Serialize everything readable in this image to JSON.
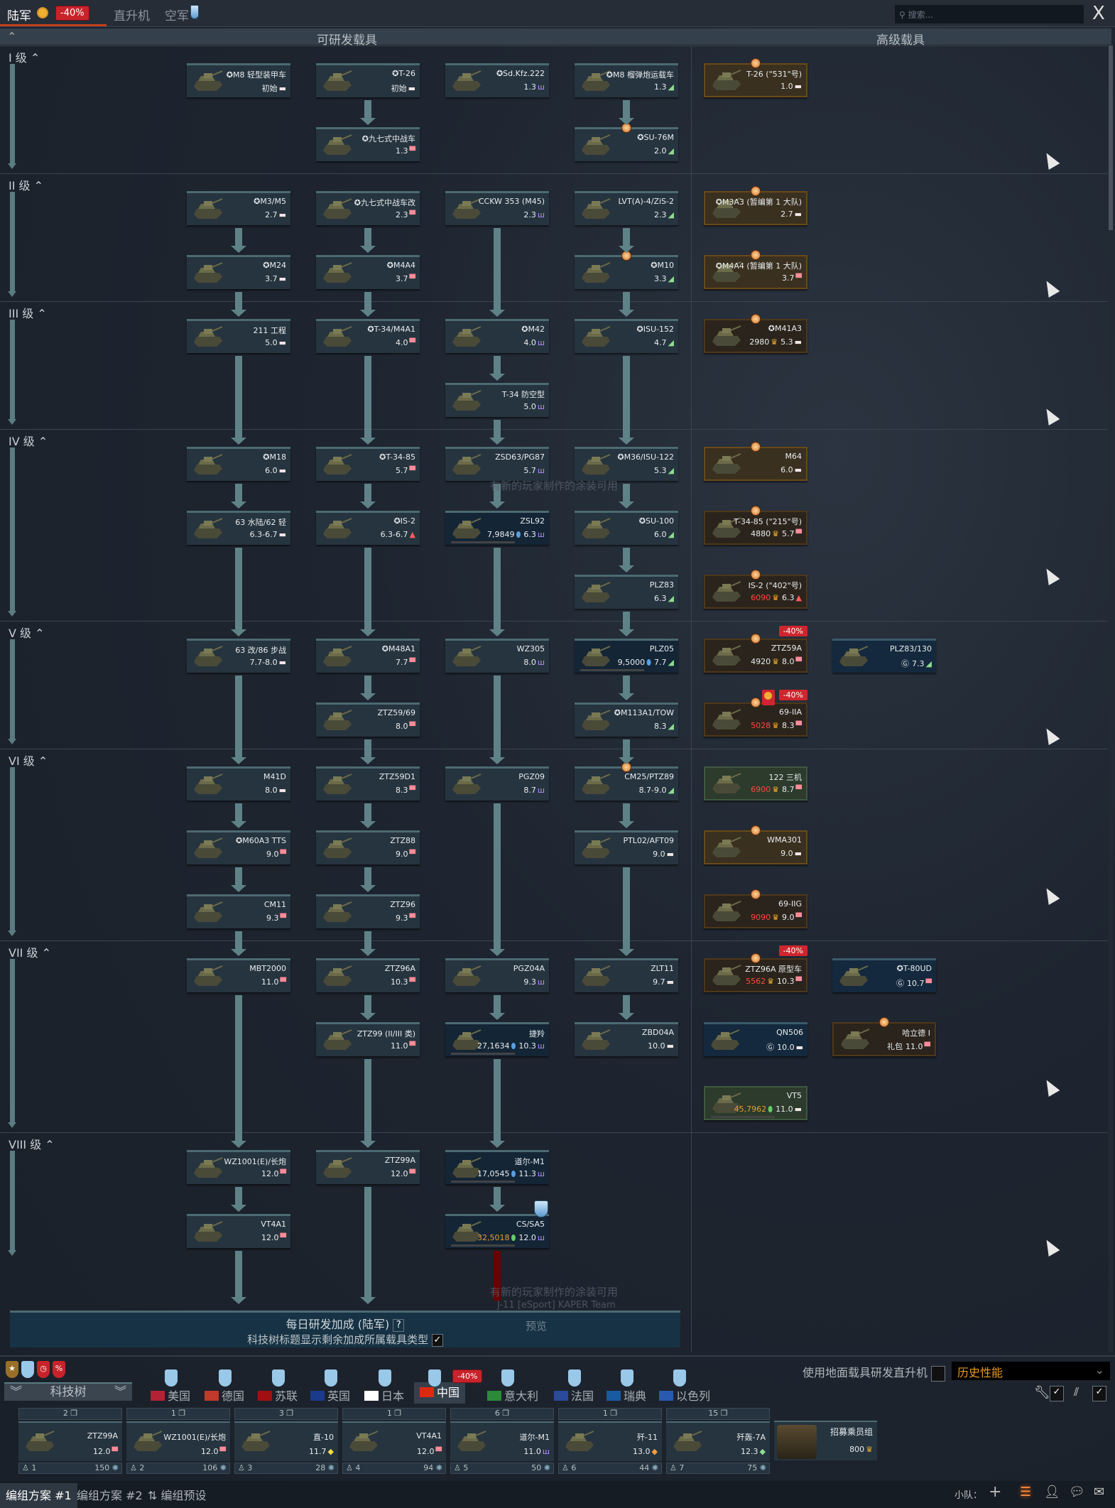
{
  "topbar": {
    "tabs": [
      {
        "label": "陆军",
        "active": true
      },
      {
        "label": "直升机"
      },
      {
        "label": "空军"
      }
    ],
    "army_discount": "-40%",
    "search_placeholder": "搜索...",
    "close": "X"
  },
  "header": {
    "researchable": "可研发载具",
    "premium": "高级载具"
  },
  "tiers": [
    {
      "label": "I 级",
      "rows": [
        [
          {
            "n": "M8 轻型装甲车",
            "br": "初始",
            "t": "light",
            "star": true
          },
          {
            "n": "T-26",
            "br": "初始",
            "t": "light",
            "star": true,
            "arrow": true
          },
          {
            "n": "Sd.Kfz.222",
            "br": "1.3",
            "t": "spaa",
            "star": true
          },
          {
            "n": "M8 榴弹炮运载车",
            "br": "1.3",
            "t": "td",
            "star": true,
            "arrow": true
          },
          {
            "n": "T-26 (\"531\"号)",
            "br": "1.0",
            "t": "light",
            "kind": "prem",
            "medal": true
          },
          null
        ],
        [
          null,
          {
            "n": "九七式中战车",
            "br": "1.3",
            "t": "medium",
            "star": true
          },
          null,
          {
            "n": "SU-76M",
            "br": "2.0",
            "t": "td",
            "star": true,
            "medal": true
          },
          null,
          null
        ]
      ]
    },
    {
      "label": "II 级",
      "rows": [
        [
          {
            "n": "M3/M5",
            "br": "2.7",
            "t": "light",
            "star": true,
            "arrow": true
          },
          {
            "n": "九七式中战车改",
            "br": "2.3",
            "t": "medium",
            "star": true,
            "arrow": true
          },
          {
            "n": "CCKW 353 (M45)",
            "br": "2.3",
            "t": "spaa",
            "arrow": true
          },
          {
            "n": "LVT(A)-4/ZiS-2",
            "br": "2.3",
            "t": "td",
            "arrow": true
          },
          {
            "n": "M3A3 (暂编第 1 大队)",
            "br": "2.7",
            "t": "light",
            "kind": "prem",
            "medal": true,
            "star": true
          },
          null
        ],
        [
          {
            "n": "M24",
            "br": "3.7",
            "t": "light",
            "star": true,
            "arrow": true
          },
          {
            "n": "M4A4",
            "br": "3.7",
            "t": "medium",
            "star": true,
            "arrow": true
          },
          null,
          {
            "n": "M10",
            "br": "3.3",
            "t": "td",
            "star": true,
            "medal": true,
            "arrow": true
          },
          {
            "n": "M4A4 (暂编第 1 大队)",
            "br": "3.7",
            "t": "medium",
            "kind": "prem",
            "medal": true,
            "star": true
          },
          null
        ]
      ]
    },
    {
      "label": "III 级",
      "rows": [
        [
          {
            "n": "211 工程",
            "br": "5.0",
            "t": "light",
            "arrow": true
          },
          {
            "n": "T-34/M4A1",
            "br": "4.0",
            "t": "medium",
            "star": true,
            "arrow": true
          },
          {
            "n": "M42",
            "br": "4.0",
            "t": "spaa",
            "star": true,
            "arrow": true
          },
          {
            "n": "ISU-152",
            "br": "4.7",
            "t": "td",
            "star": true,
            "arrow": true
          },
          {
            "n": "M41A3",
            "br": "5.3",
            "t": "light",
            "kind": "premdark",
            "medal": true,
            "star": true,
            "cost": "2980"
          },
          null
        ],
        [
          null,
          null,
          {
            "n": "T-34 防空型",
            "br": "5.0",
            "t": "spaa",
            "arrow": true
          },
          null,
          null,
          null
        ]
      ]
    },
    {
      "label": "IV 级",
      "rows": [
        [
          {
            "n": "M18",
            "br": "6.0",
            "t": "light",
            "star": true,
            "arrow": true
          },
          {
            "n": "T-34-85",
            "br": "5.7",
            "t": "medium",
            "star": true,
            "arrow": true
          },
          {
            "n": "ZSD63/PG87",
            "br": "5.7",
            "t": "spaa",
            "arrow": true
          },
          {
            "n": "M36/ISU-122",
            "br": "5.3",
            "t": "td",
            "star": true,
            "arrow": true
          },
          {
            "n": "M64",
            "br": "6.0",
            "t": "light",
            "kind": "prem",
            "medal": true
          },
          null
        ],
        [
          {
            "n": "63 水陆/62 轻",
            "br": "6.3-6.7",
            "t": "light",
            "arrow": true
          },
          {
            "n": "IS-2",
            "br": "6.3-6.7",
            "t": "heavy",
            "star": true,
            "arrow": true
          },
          {
            "n": "ZSL92",
            "br": "6.3",
            "t": "spaa",
            "kind": "res",
            "rp": "7,9849",
            "arrow": true
          },
          {
            "n": "SU-100",
            "br": "6.0",
            "t": "td",
            "star": true,
            "arrow": true
          },
          {
            "n": "T-34-85 (\"215\"号)",
            "br": "5.7",
            "t": "medium",
            "kind": "premdark",
            "medal": true,
            "cost": "4880"
          },
          null
        ],
        [
          null,
          null,
          null,
          {
            "n": "PLZ83",
            "br": "6.3",
            "t": "td",
            "arrow": true
          },
          {
            "n": "IS-2 (\"402\"号)",
            "br": "6.3",
            "t": "heavy",
            "kind": "premdark",
            "medal": true,
            "cost": "6090",
            "costRed": true
          },
          null
        ]
      ]
    },
    {
      "label": "V 级",
      "rows": [
        [
          {
            "n": "63 改/86 步战",
            "br": "7.7-8.0",
            "t": "light",
            "arrow": true
          },
          {
            "n": "M48A1",
            "br": "7.7",
            "t": "medium",
            "star": true,
            "arrow": true
          },
          {
            "n": "WZ305",
            "br": "8.0",
            "t": "spaa",
            "arrow": true
          },
          {
            "n": "PLZ05",
            "br": "7.7",
            "t": "td",
            "kind": "res",
            "rp": "9,5000",
            "arrow": true
          },
          {
            "n": "ZTZ59A",
            "br": "8.0",
            "t": "medium",
            "kind": "premdark",
            "medal": true,
            "cost": "4920",
            "disc": "-40%"
          },
          {
            "n": "PLZ83/130",
            "br": "7.3",
            "t": "td",
            "kind": "squad",
            "squad": true
          }
        ],
        [
          null,
          {
            "n": "ZTZ59/69",
            "br": "8.0",
            "t": "medium",
            "arrow": true
          },
          null,
          {
            "n": "M113A1/TOW",
            "br": "8.3",
            "t": "td",
            "star": true,
            "arrow": true
          },
          {
            "n": "69-IIA",
            "br": "8.3",
            "t": "medium",
            "kind": "premdark",
            "medal": true,
            "cost": "5028",
            "costRed": true,
            "disc": "-40%",
            "timer": true
          },
          null
        ]
      ]
    },
    {
      "label": "VI 级",
      "rows": [
        [
          {
            "n": "M41D",
            "br": "8.0",
            "t": "light",
            "arrow": true
          },
          {
            "n": "ZTZ59D1",
            "br": "8.3",
            "t": "medium",
            "arrow": true
          },
          {
            "n": "PGZ09",
            "br": "8.7",
            "t": "spaa",
            "arrow": true
          },
          {
            "n": "CM25/PTZ89",
            "br": "8.7-9.0",
            "t": "td",
            "medal": true,
            "arrow": true
          },
          {
            "n": "122 三机",
            "br": "8.7",
            "t": "medium",
            "kind": "event",
            "cost": "6900",
            "costRed": true
          },
          null
        ],
        [
          {
            "n": "M60A3 TTS",
            "br": "9.0",
            "t": "medium",
            "star": true,
            "arrow": true
          },
          {
            "n": "ZTZ88",
            "br": "9.0",
            "t": "medium",
            "arrow": true
          },
          null,
          {
            "n": "PTL02/AFT09",
            "br": "9.0",
            "t": "light",
            "arrow": true
          },
          {
            "n": "WMA301",
            "br": "9.0",
            "t": "light",
            "kind": "prem",
            "medal": true
          },
          null
        ],
        [
          {
            "n": "CM11",
            "br": "9.3",
            "t": "medium",
            "arrow": true
          },
          {
            "n": "ZTZ96",
            "br": "9.3",
            "t": "medium",
            "arrow": true
          },
          null,
          null,
          {
            "n": "69-IIG",
            "br": "9.0",
            "t": "medium",
            "kind": "premdark",
            "medal": true,
            "cost": "9090",
            "costRed": true
          },
          null
        ]
      ]
    },
    {
      "label": "VII 级",
      "rows": [
        [
          {
            "n": "MBT2000",
            "br": "11.0",
            "t": "medium",
            "arrow": true
          },
          {
            "n": "ZTZ96A",
            "br": "10.3",
            "t": "medium",
            "arrow": true
          },
          {
            "n": "PGZ04A",
            "br": "9.3",
            "t": "spaa",
            "arrow": true
          },
          {
            "n": "ZLT11",
            "br": "9.7",
            "t": "light",
            "arrow": true
          },
          {
            "n": "ZTZ96A 原型车",
            "br": "10.3",
            "t": "medium",
            "kind": "premdark",
            "medal": true,
            "cost": "5562",
            "costRed": true,
            "disc": "-40%"
          },
          {
            "n": "T-80UD",
            "br": "10.7",
            "t": "medium",
            "kind": "squad",
            "squad": true,
            "star": true
          }
        ],
        [
          null,
          {
            "n": "ZTZ99 (II/III 类)",
            "br": "11.0",
            "t": "medium",
            "arrow": true
          },
          {
            "n": "捷羚",
            "br": "10.3",
            "t": "spaa",
            "kind": "res",
            "rp": "27,1634",
            "arrow": true
          },
          {
            "n": "ZBD04A",
            "br": "10.0",
            "t": "light"
          },
          {
            "n": "QN506",
            "br": "10.0",
            "t": "light",
            "kind": "squad",
            "squad": true
          },
          {
            "n": "哈立德 I",
            "br": "11.0",
            "t": "medium",
            "kind": "premdark",
            "medal": true,
            "pack": "礼包"
          }
        ],
        [
          null,
          null,
          null,
          null,
          {
            "n": "VT5",
            "br": "11.0",
            "t": "light",
            "kind": "event",
            "rp": "45,7962",
            "rpOrange": true
          },
          null
        ]
      ]
    },
    {
      "label": "VIII 级",
      "rows": [
        [
          {
            "n": "WZ1001(E)/长炮",
            "br": "12.0",
            "t": "medium",
            "arrow": true
          },
          {
            "n": "ZTZ99A",
            "br": "12.0",
            "t": "medium"
          },
          {
            "n": "道尔-M1",
            "br": "11.3",
            "t": "spaa",
            "kind": "res",
            "rp": "17,0545",
            "arrow": true
          },
          null,
          null,
          null
        ],
        [
          {
            "n": "VT4A1",
            "br": "12.0",
            "t": "medium"
          },
          null,
          {
            "n": "CS/SA5",
            "br": "12.0",
            "t": "spaa",
            "kind": "res",
            "rp": "32,5018",
            "rpOrange": true
          },
          null,
          null,
          null
        ]
      ]
    }
  ],
  "notifications": [
    {
      "title": "有新的玩家制作的涂装可用"
    },
    {
      "title": "有新的玩家制作的涂装可用",
      "sub": "J-11 [eSport] KAPER Team",
      "action": "预览"
    }
  ],
  "daily_bonus": {
    "title": "每日研发加成 (陆军)",
    "help": "?",
    "option": "科技树标题显示剩余加成所属载具类型",
    "checked": "✓"
  },
  "nav": {
    "techtree": "科技树",
    "countries": [
      {
        "label": "美国",
        "active": false
      },
      {
        "label": "德国"
      },
      {
        "label": "苏联"
      },
      {
        "label": "英国"
      },
      {
        "label": "日本"
      },
      {
        "label": "中国",
        "active": true,
        "discount": "-40%"
      },
      {
        "label": "意大利"
      },
      {
        "label": "法国"
      },
      {
        "label": "瑞典"
      },
      {
        "label": "以色列"
      }
    ],
    "heli_option": "使用地面载具研发直升机",
    "performance": "历史性能"
  },
  "crew_slots": [
    {
      "count": "2",
      "n": "ZTZ99A",
      "br": "12.0",
      "t": "medium",
      "crew": "1",
      "pts": "150"
    },
    {
      "count": "1",
      "n": "WZ1001(E)/长炮",
      "br": "12.0",
      "t": "medium",
      "crew": "2",
      "pts": "106"
    },
    {
      "count": "3",
      "n": "直-10",
      "br": "11.7",
      "t": "heli",
      "crew": "3",
      "pts": "28"
    },
    {
      "count": "1",
      "n": "VT4A1",
      "br": "12.0",
      "t": "medium",
      "crew": "4",
      "pts": "94"
    },
    {
      "count": "6",
      "n": "道尔-M1",
      "br": "11.0",
      "t": "spaa",
      "crew": "5",
      "pts": "50"
    },
    {
      "count": "1",
      "n": "歼-11",
      "br": "13.0",
      "t": "fighter",
      "crew": "6",
      "pts": "44"
    },
    {
      "count": "15",
      "n": "歼轰-7A",
      "br": "12.3",
      "t": "attacker",
      "crew": "7",
      "pts": "75"
    }
  ],
  "recruit": {
    "label": "招募乘员组",
    "cost": "800"
  },
  "bottom": {
    "tabs": [
      "编组方案 #1",
      "编组方案 #2",
      "编组预设"
    ],
    "squad_label": "小队："
  }
}
